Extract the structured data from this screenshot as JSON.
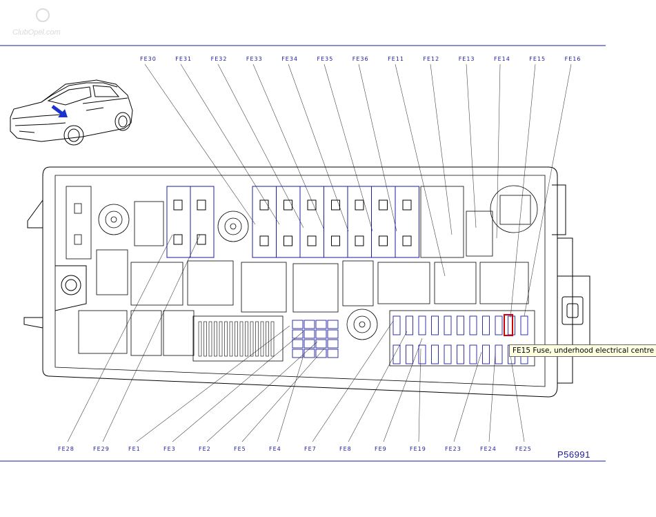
{
  "watermark": "ClubOpel.com",
  "reference_code": "P56991",
  "tooltip": "FE15 Fuse, underhood electrical centre",
  "selected_fuse": "FE15",
  "colors": {
    "rule": "#1a1aa0",
    "label": "#1a1aa0",
    "highlight": "#d00000",
    "outline": "#000000",
    "arrow": "#1a33cc"
  },
  "top_labels": [
    "FE30",
    "FE31",
    "FE32",
    "FE33",
    "FE34",
    "FE35",
    "FE36",
    "FE11",
    "FE12",
    "FE13",
    "FE14",
    "FE15",
    "FE16"
  ],
  "bottom_labels": [
    "FE28",
    "FE29",
    "FE1",
    "FE3",
    "FE2",
    "FE5",
    "FE4",
    "FE7",
    "FE8",
    "FE9",
    "FE19",
    "FE23",
    "FE24",
    "FE25"
  ],
  "icons": [
    "car-locator-icon",
    "arrow-icon"
  ]
}
